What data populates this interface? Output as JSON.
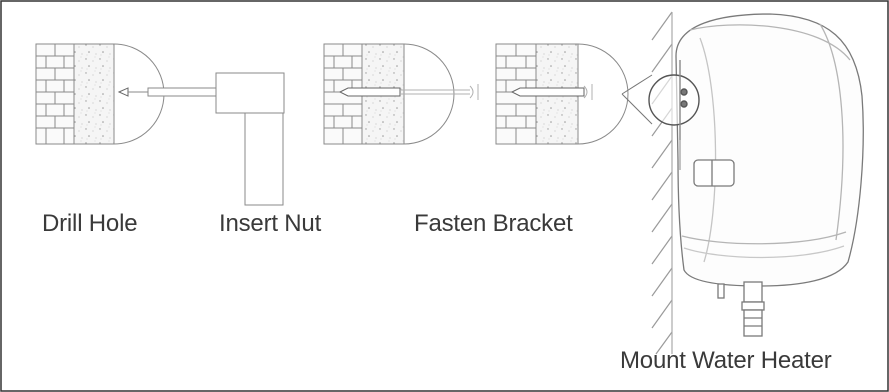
{
  "steps": [
    {
      "id": "drill",
      "label": "Drill Hole",
      "icon": "brick-wall-drill-icon"
    },
    {
      "id": "nut",
      "label": "Insert Nut",
      "icon": "expansion-nut-icon"
    },
    {
      "id": "bracket",
      "label": "Fasten Bracket",
      "icon": "bracket-bolt-icon"
    },
    {
      "id": "mount",
      "label": "Mount Water Heater",
      "icon": "water-heater-icon"
    }
  ],
  "colors": {
    "line": "#8a8a8a",
    "dark_line": "#555555",
    "fill": "#f4f4f4",
    "border": "#333333"
  }
}
